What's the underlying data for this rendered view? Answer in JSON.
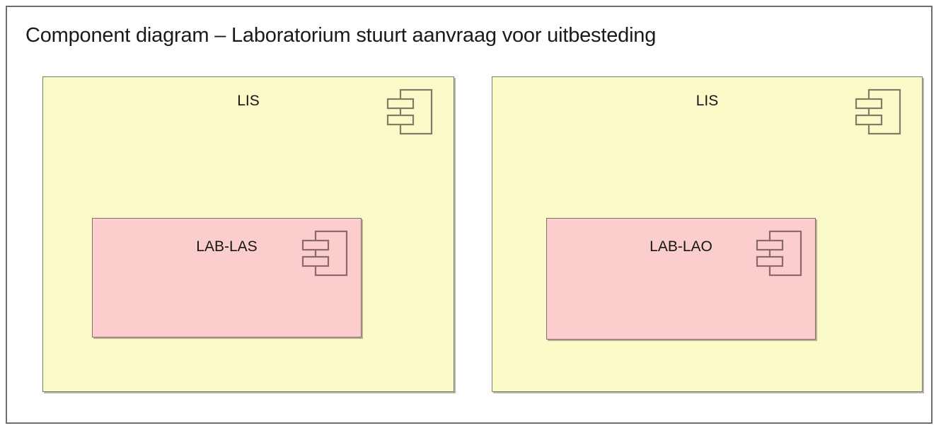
{
  "diagram": {
    "title": "Component diagram – Laboratorium stuurt aanvraag voor uitbesteding",
    "type": "uml-component-diagram",
    "colors": {
      "frame_border": "#6e6e6e",
      "outer_component_fill": "#fbfbc9",
      "outer_component_border": "#7e7e68",
      "inner_component_fill": "#fccdcd",
      "inner_component_border": "#8a6b6b",
      "title_text": "#1a1a1a",
      "label_text": "#151515",
      "background": "#ffffff"
    },
    "components": [
      {
        "id": "lis-left",
        "label": "LIS",
        "icon": "uml-component-icon",
        "children": [
          {
            "id": "lab-las",
            "label": "LAB-LAS",
            "icon": "uml-component-icon"
          }
        ]
      },
      {
        "id": "lis-right",
        "label": "LIS",
        "icon": "uml-component-icon",
        "children": [
          {
            "id": "lab-lao",
            "label": "LAB-LAO",
            "icon": "uml-component-icon"
          }
        ]
      }
    ]
  }
}
